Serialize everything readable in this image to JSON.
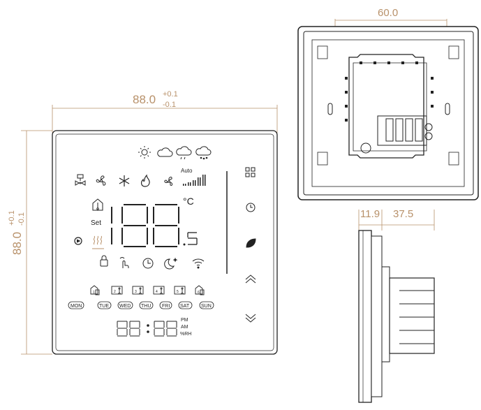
{
  "front": {
    "width_dim": "88.0",
    "width_tol_plus": "+0.1",
    "width_tol_minus": "-0.1",
    "height_dim": "88.0",
    "height_tol_plus": "+0.1",
    "height_tol_minus": "-0.1",
    "auto_label": "Auto",
    "set_label": "Set",
    "celsius_label": "°C",
    "big_digits": "188",
    "small_digit": "5",
    "days": [
      "MON",
      "TUE",
      "WED",
      "THU",
      "FRI",
      "SAT",
      "SUN"
    ],
    "period_numbers": [
      "1",
      "2",
      "3",
      "4",
      "5",
      "6"
    ],
    "clock_digits": "88:88",
    "pm_label": "PM",
    "am_label": "AM",
    "rh_label": "%RH"
  },
  "back": {
    "width_dim": "60.0"
  },
  "side": {
    "dim_a": "11.9",
    "dim_b": "37.5"
  },
  "colors": {
    "dimension": "#b8916a",
    "outline": "#222222",
    "icons": "#222222"
  }
}
